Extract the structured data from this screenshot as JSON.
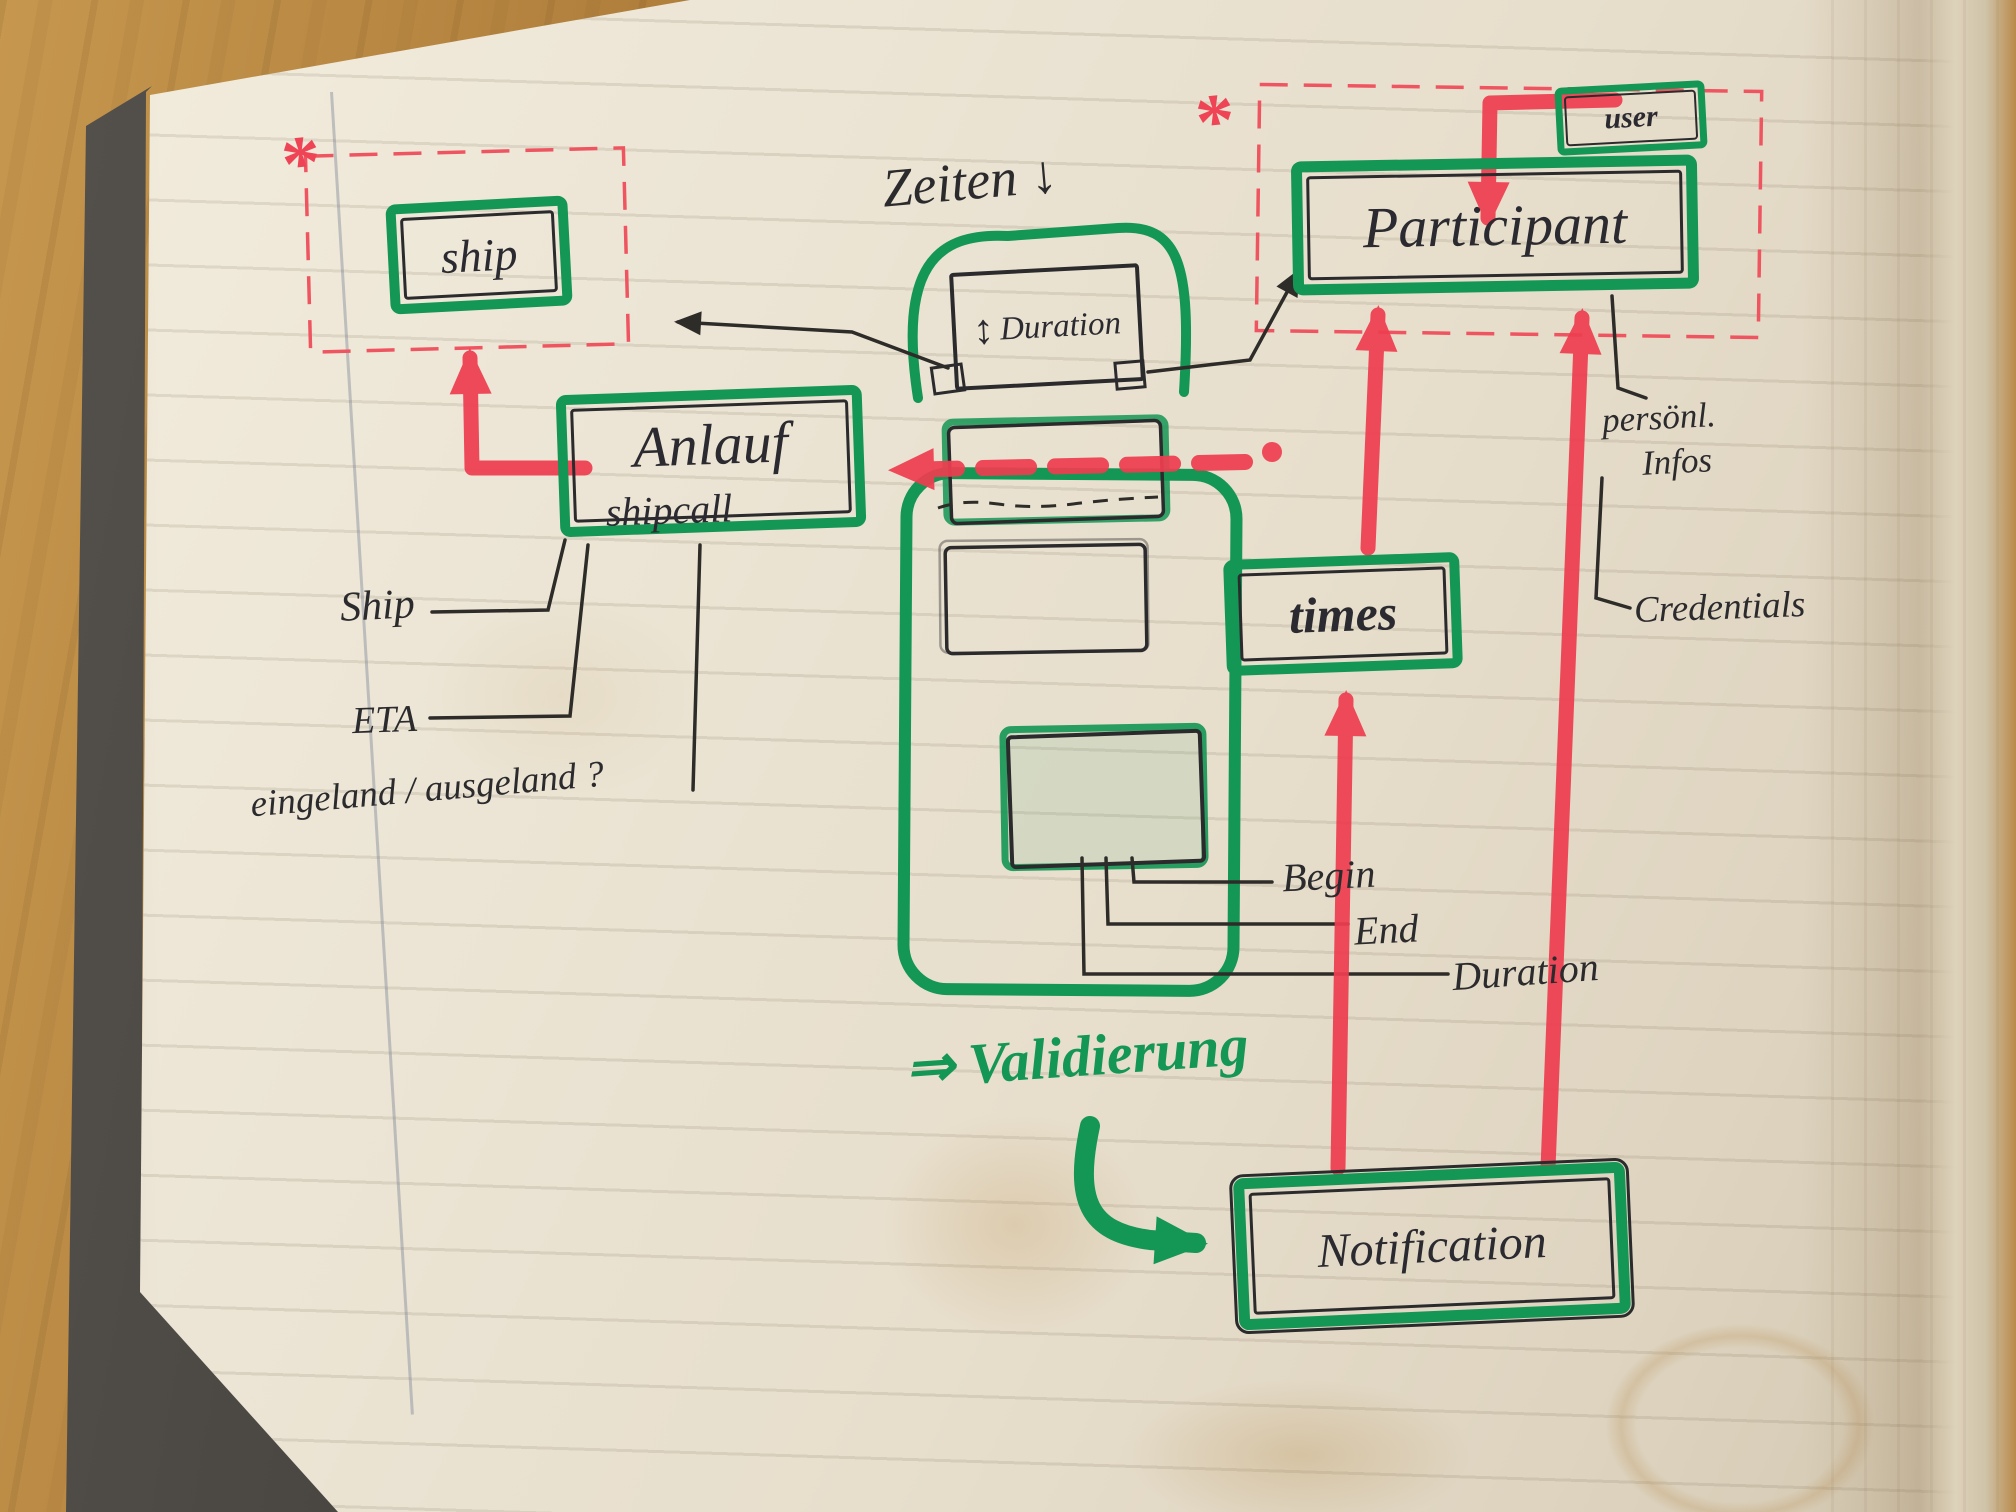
{
  "colors": {
    "marker_green": "#149655",
    "marker_red": "#ee3e50",
    "ink": "#2b2b2e",
    "paper": "#eae3d3",
    "wood": "#b98a47"
  },
  "entities": {
    "ship": {
      "label": "ship"
    },
    "user": {
      "label": "user"
    },
    "participant": {
      "label": "Participant"
    },
    "anlauf": {
      "label": "Anlauf",
      "sublabel": "shipcall"
    },
    "duration_box": {
      "label": "Duration",
      "arrow": "↕"
    },
    "times": {
      "label": "times"
    },
    "notification": {
      "label": "Notification"
    }
  },
  "annotations": {
    "asterisk": "*",
    "zeiten": "Zeiten ↓",
    "ship_attr": "Ship",
    "eta": "ETA",
    "ein_aus": "eingeland / ausgeland ?",
    "persoenl_line1": "persönl.",
    "persoenl_line2": "Infos",
    "credentials": "Credentials",
    "begin": "Begin",
    "end": "End",
    "duration_attr": "Duration",
    "validierung": "⇒ Validierung"
  }
}
